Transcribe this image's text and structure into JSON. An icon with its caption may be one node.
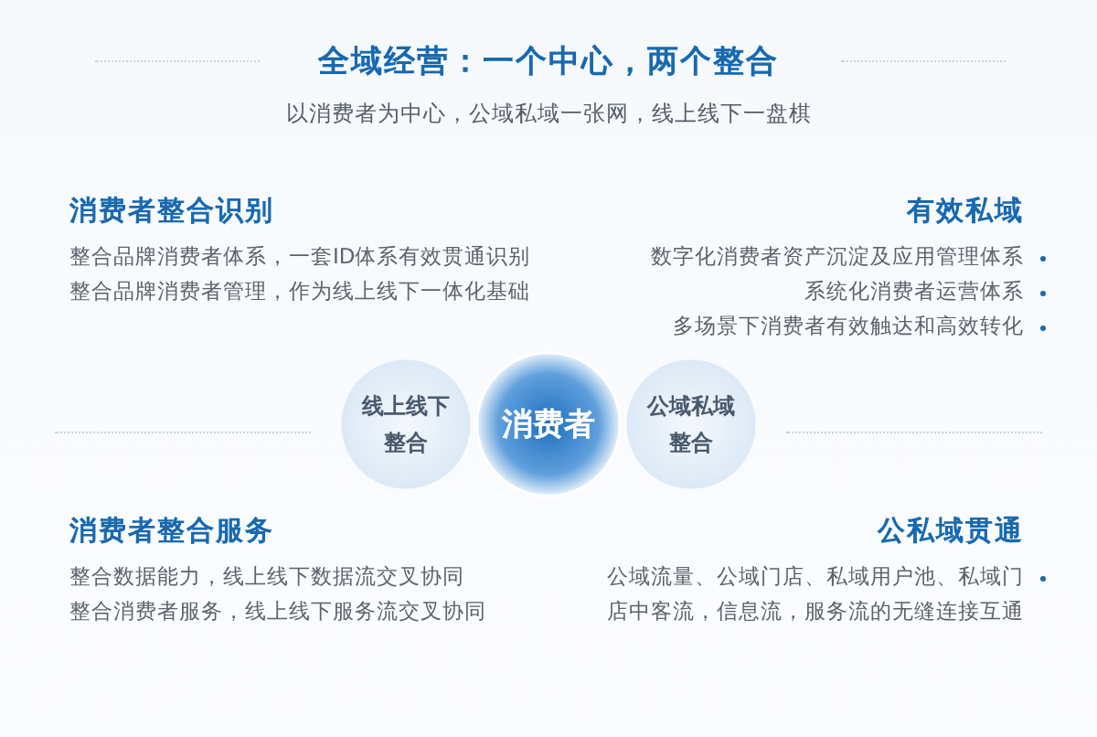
{
  "diagram": {
    "title": "全域经营：一个中心，两个整合",
    "nodes": [
      {
        "text": [
          "消费者"
        ]
      },
      {
        "text": [
          "线上线下整合"
        ]
      },
      {
        "text": [
          "公域私域整合"
        ]
      }
    ],
    "edges": [],
    "labels": [
      "以消费者为中心，公域私域一张网，线上线下一盘棋",
      "消费者整合识别",
      "整合品牌消费者体系，一套ID体系有效贯通识别",
      "整合品牌消费者管理，作为线上线下一体化基础",
      "有效私域",
      "数字化消费者资产沉淀及应用管理体系",
      "系统化消费者运营体系",
      "多场景下消费者有效触达和高效转化",
      "消费者整合服务",
      "整合数据能力，线上线下数据流交叉协同",
      "整合消费者服务，线上线下服务流交叉协同",
      "公私域贯通",
      "公域流量、公域门店、私域用户池、私域门店中客流，信息流，服务流的无缝连接互通"
    ]
  }
}
